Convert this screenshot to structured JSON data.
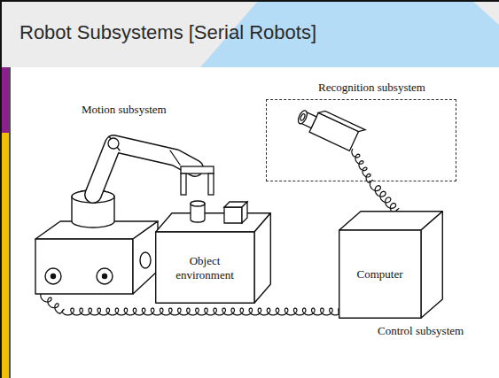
{
  "diagram": {
    "title": "Robot Subsystems [Serial Robots]",
    "nodes": [
      {
        "text": [
          "Recognition subsystem"
        ]
      },
      {
        "text": [
          "Object environment"
        ]
      },
      {
        "text": [
          "Computer"
        ]
      }
    ],
    "edges": [
      {
        "from": 0,
        "to": 2,
        "arrow": "none"
      }
    ],
    "labels": [
      "Motion subsystem",
      "Control subsystem"
    ]
  }
}
